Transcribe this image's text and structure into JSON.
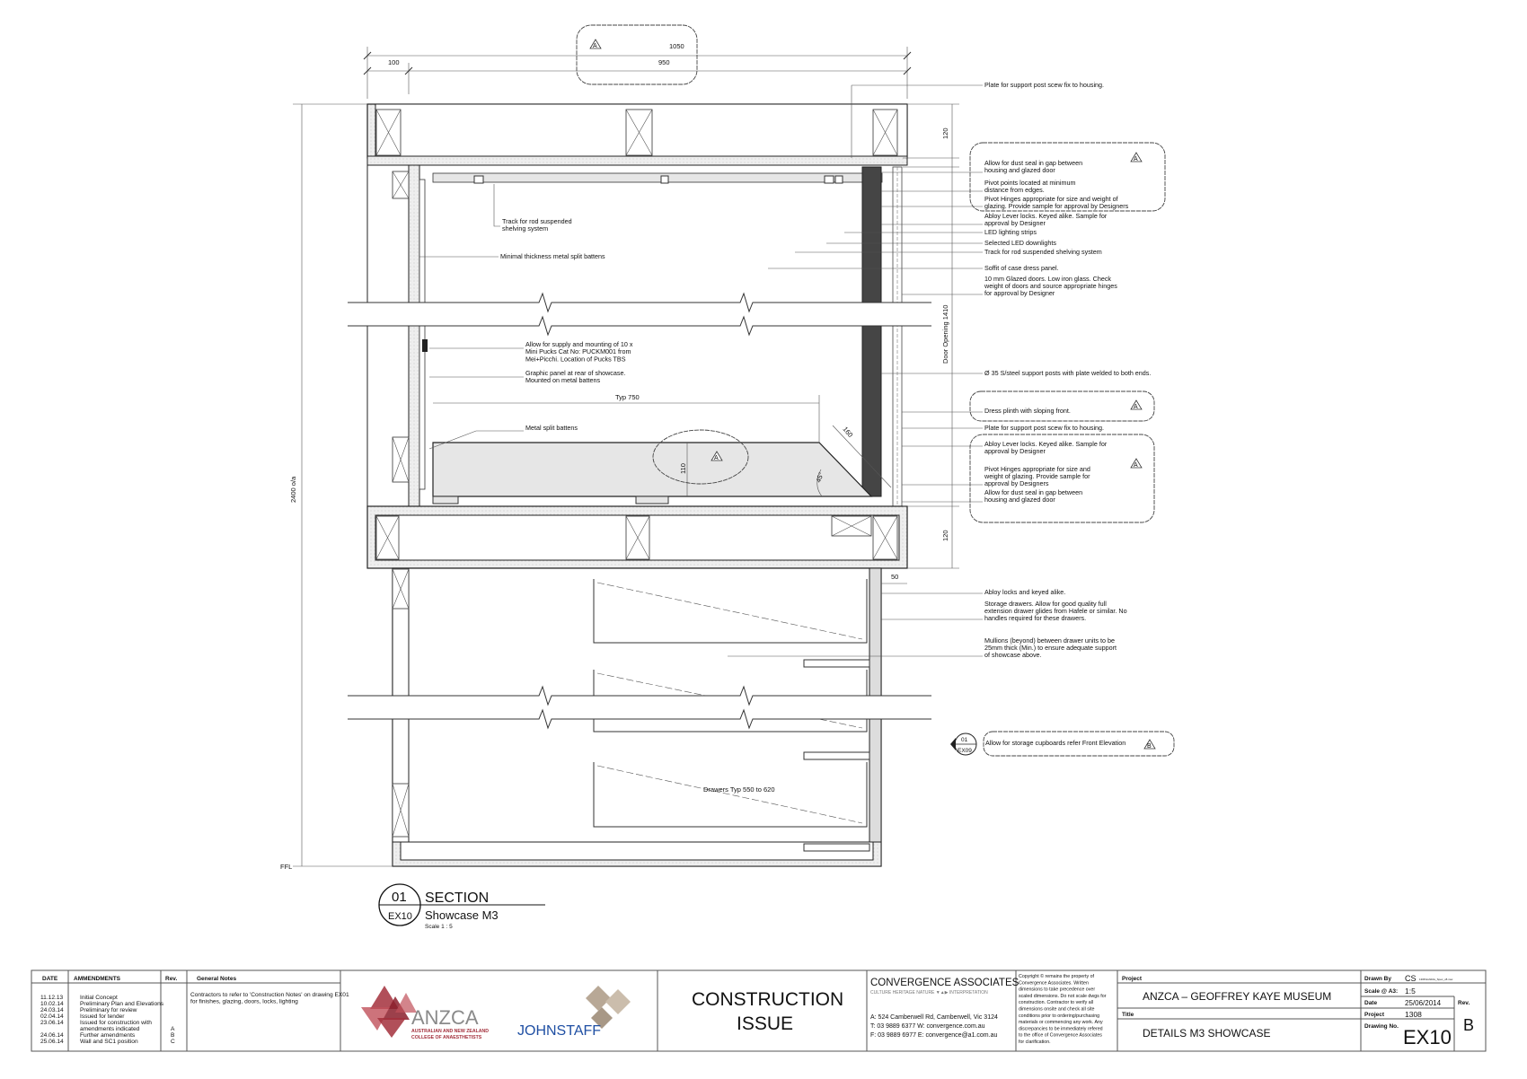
{
  "drawing": {
    "dims": {
      "overall_width": "1050",
      "left_offset": "100",
      "inner_width": "950",
      "overall_height": "2400 o/a",
      "ffl": "FFL",
      "top_housing": "120",
      "door_opening": "Door Opening 1410",
      "bottom_plinth": "120",
      "setback": "50",
      "typ_750": "Typ 750",
      "plinth_height": "110",
      "angle": "45°",
      "slope_len": "160",
      "drawers_typ": "Drawers Typ 550 to 620"
    },
    "rev_markers": {
      "a": "A",
      "b": "B"
    },
    "left_notes": {
      "track": [
        "Track for rod suspended",
        "shelving system"
      ],
      "battens_min": [
        "Minimal thickness metal split battens"
      ],
      "pucks": [
        "Allow for supply and mounting of 10 x",
        "Mini Pucks Cat No: PUCKM001 from",
        "Mei+Picchi. Location of Pucks TBS"
      ],
      "graphic_panel": [
        "Graphic panel at rear of showcase.",
        "Mounted on metal battens"
      ],
      "battens": [
        "Metal split battens"
      ]
    },
    "right_notes": {
      "plate_top": [
        "Plate for support post scew fix to housing."
      ],
      "dust_seal_top": [
        "Allow for dust seal in gap between",
        "housing and glazed door"
      ],
      "pivot_points": [
        "Pivot points located at minimum",
        "distance from edges."
      ],
      "pivot_hinges_top": [
        "Pivot Hinges appropriate for size and weight of",
        "glazing. Provide sample for approval by Designers"
      ],
      "abloy_top": [
        "Abloy Lever locks. Keyed alike. Sample for",
        "approval by Designer"
      ],
      "led_strips": [
        "LED lighting strips"
      ],
      "led_downlights": [
        "Selected LED downlights"
      ],
      "track_right": [
        "Track for rod suspended shelving system"
      ],
      "soffit": [
        "Soffit of case dress panel."
      ],
      "glazed_doors": [
        "10 mm Glazed doors. Low iron glass. Check",
        "weight of doors and source appropriate hinges",
        "for approval by Designer"
      ],
      "support_posts": [
        "Ø 35 S/steel support posts with plate welded to both ends."
      ],
      "dress_plinth": [
        "Dress plinth with sloping front."
      ],
      "plate_bottom": [
        "Plate for support post scew fix to housing."
      ],
      "abloy_bottom": [
        "Abloy Lever locks. Keyed alike. Sample for",
        "approval by Designer"
      ],
      "pivot_hinges_bottom": [
        "Pivot Hinges appropriate for size and",
        "weight of glazing. Provide sample for",
        "approval by Designers"
      ],
      "dust_seal_bottom": [
        "Allow for dust seal in gap between",
        "housing and glazed door"
      ],
      "abloy_locks": [
        "Abloy locks and keyed alike."
      ],
      "storage_drawers": [
        "Storage drawers. Allow for good quality full",
        "extension drawer glides from Hafele or similar. No",
        "handles required for these drawers."
      ],
      "mullions": [
        "Mullions (beyond) between drawer units to be",
        "25mm thick (Min.) to ensure adequate support",
        "of showcase above."
      ],
      "storage_cupboards": [
        "Allow for storage cupboards refer Front Elevation"
      ]
    },
    "ref_marker": {
      "number": "01",
      "sheet": "EX09"
    },
    "section_title": {
      "number": "01",
      "sheet": "EX10",
      "title": "SECTION",
      "subtitle": "Showcase M3",
      "scale": "Scale  1 : 5"
    }
  },
  "title_block": {
    "headers": {
      "date": "DATE",
      "amendments": "AMMENDMENTS",
      "rev": "Rev.",
      "general_notes": "General Notes"
    },
    "amendments": [
      {
        "date": "11.12.13",
        "text": [
          "Initial Concept"
        ],
        "rev": ""
      },
      {
        "date": "10.02.14",
        "text": [
          "Preliminary Plan and Elevations"
        ],
        "rev": ""
      },
      {
        "date": "24.03.14",
        "text": [
          "Preliminary for review"
        ],
        "rev": ""
      },
      {
        "date": "02.04.14",
        "text": [
          "Issued for tender"
        ],
        "rev": ""
      },
      {
        "date": "23.06.14",
        "text": [
          "Issued for construction with",
          "amendments indicated"
        ],
        "rev": "A"
      },
      {
        "date": "24.06.14",
        "text": [
          "Further amendments"
        ],
        "rev": "B"
      },
      {
        "date": "25.06.14",
        "text": [
          "Wall and SC1 position"
        ],
        "rev": "C"
      }
    ],
    "general_notes": [
      "Contractors to refer to 'Construction Notes' on drawing EX01",
      "for finishes, glazing, doors, locks, lighting"
    ],
    "logos": {
      "anzca": "ANZCA",
      "anzca_sub": [
        "AUSTRALIAN AND NEW ZEALAND",
        "COLLEGE OF ANAESTHETISTS"
      ],
      "johnstaff": "JOHNSTAFF"
    },
    "issue": [
      "CONSTRUCTION",
      "ISSUE"
    ],
    "firm": {
      "name": "CONVERGENCE ASSOCIATES",
      "tagline": "CULTURE  HERITAGE  NATURE  ▼▲▶  INTERPRETATION",
      "address": "A: 524 Camberwell Rd, Camberwell, Vic 3124",
      "phone": "T: 03 9889 6377    W: convergence.com.au",
      "fax": "F: 03 9889 6977    E: convergence@a1.com.au"
    },
    "copyright": [
      "Copyright © remains the property of",
      "Convergence Associates. Written",
      "dimensions to take precedence over",
      "scaled dimensions. Do not scale dwgs for",
      "construction. Contractor to verify all",
      "dimensions onsite  and check all site",
      "conditions prior to ordering/purchasing",
      "materials or commencing any work. Any",
      "discrepancies to be immediately refered",
      "to the office of Convergence Associates",
      "for clarification."
    ],
    "project_label": "Project",
    "project_name": "ANZCA – GEOFFREY KAYE MUSEUM",
    "title_label": "Title",
    "title": "DETAILS M3 SHOWCASE",
    "drawn_by_label": "Drawn By",
    "drawn_by": "CS",
    "file_ref": "1308 Exhibits_Spec_v8.vwx",
    "scale_label": "Scale @ A3:",
    "scale": "1:5",
    "date_label": "Date",
    "date": "25/06/2014",
    "project_no_label": "Project",
    "project_no": "1308",
    "drawing_no_label": "Drawing No.",
    "drawing_no": "EX10",
    "rev_label": "Rev.",
    "rev": "B"
  },
  "colors": {
    "anzca_red": "#a3303c",
    "johnstaff_blue": "#1f4fa3",
    "johnstaff_tan": "#b8a896",
    "glass_dark": "#454545"
  }
}
